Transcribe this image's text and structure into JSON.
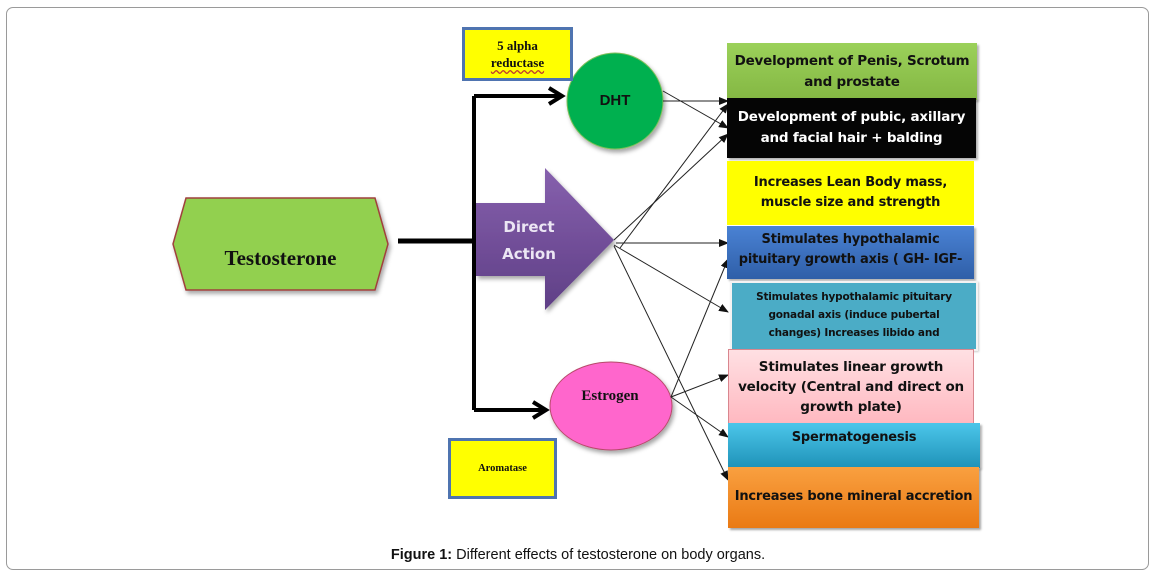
{
  "figure": {
    "caption_prefix": "Figure 1:",
    "caption_text": " Different effects of testosterone on body organs."
  },
  "nodes": {
    "testosterone": "Testosterone",
    "dht": "DHT",
    "direct_action_line1": "Direct",
    "direct_action_line2": "Action",
    "estrogen": "Estrogen"
  },
  "enzymes": {
    "five_alpha_line1": "5 alpha",
    "five_alpha_line2": "reductase",
    "aromatase": "Aromatase"
  },
  "effects": [
    {
      "text": "Development of Penis, Scrotum and prostate",
      "color": "#92c84f"
    },
    {
      "text": "Development of pubic, axillary and facial hair + balding",
      "color": "#050505"
    },
    {
      "text": "Increases Lean Body mass, muscle size and strength",
      "color": "#ffff00"
    },
    {
      "text": "Stimulates hypothalamic pituitary growth axis ( GH- IGF-",
      "color": "#3f73c4"
    },
    {
      "text": "Stimulates hypothalamic pituitary gonadal axis (induce pubertal changes) Increases libido and",
      "color": "#4bacc6"
    },
    {
      "text": "Stimulates linear growth velocity (Central and direct on growth plate)",
      "color": "#ffc0c6"
    },
    {
      "text": "Spermatogenesis",
      "color": "#33b6dc"
    },
    {
      "text": "Increases bone mineral accretion",
      "color": "#f58a24"
    }
  ],
  "colors": {
    "testosterone_fill": "#92d050",
    "testosterone_border": "#a0413c",
    "dht_fill": "#00b050",
    "direct_action_fill": "#7b55a0",
    "estrogen_fill": "#ff66cc",
    "estrogen_border": "#b84a6a",
    "enzyme_fill": "#ffff00",
    "enzyme_border": "#4f74b0"
  }
}
